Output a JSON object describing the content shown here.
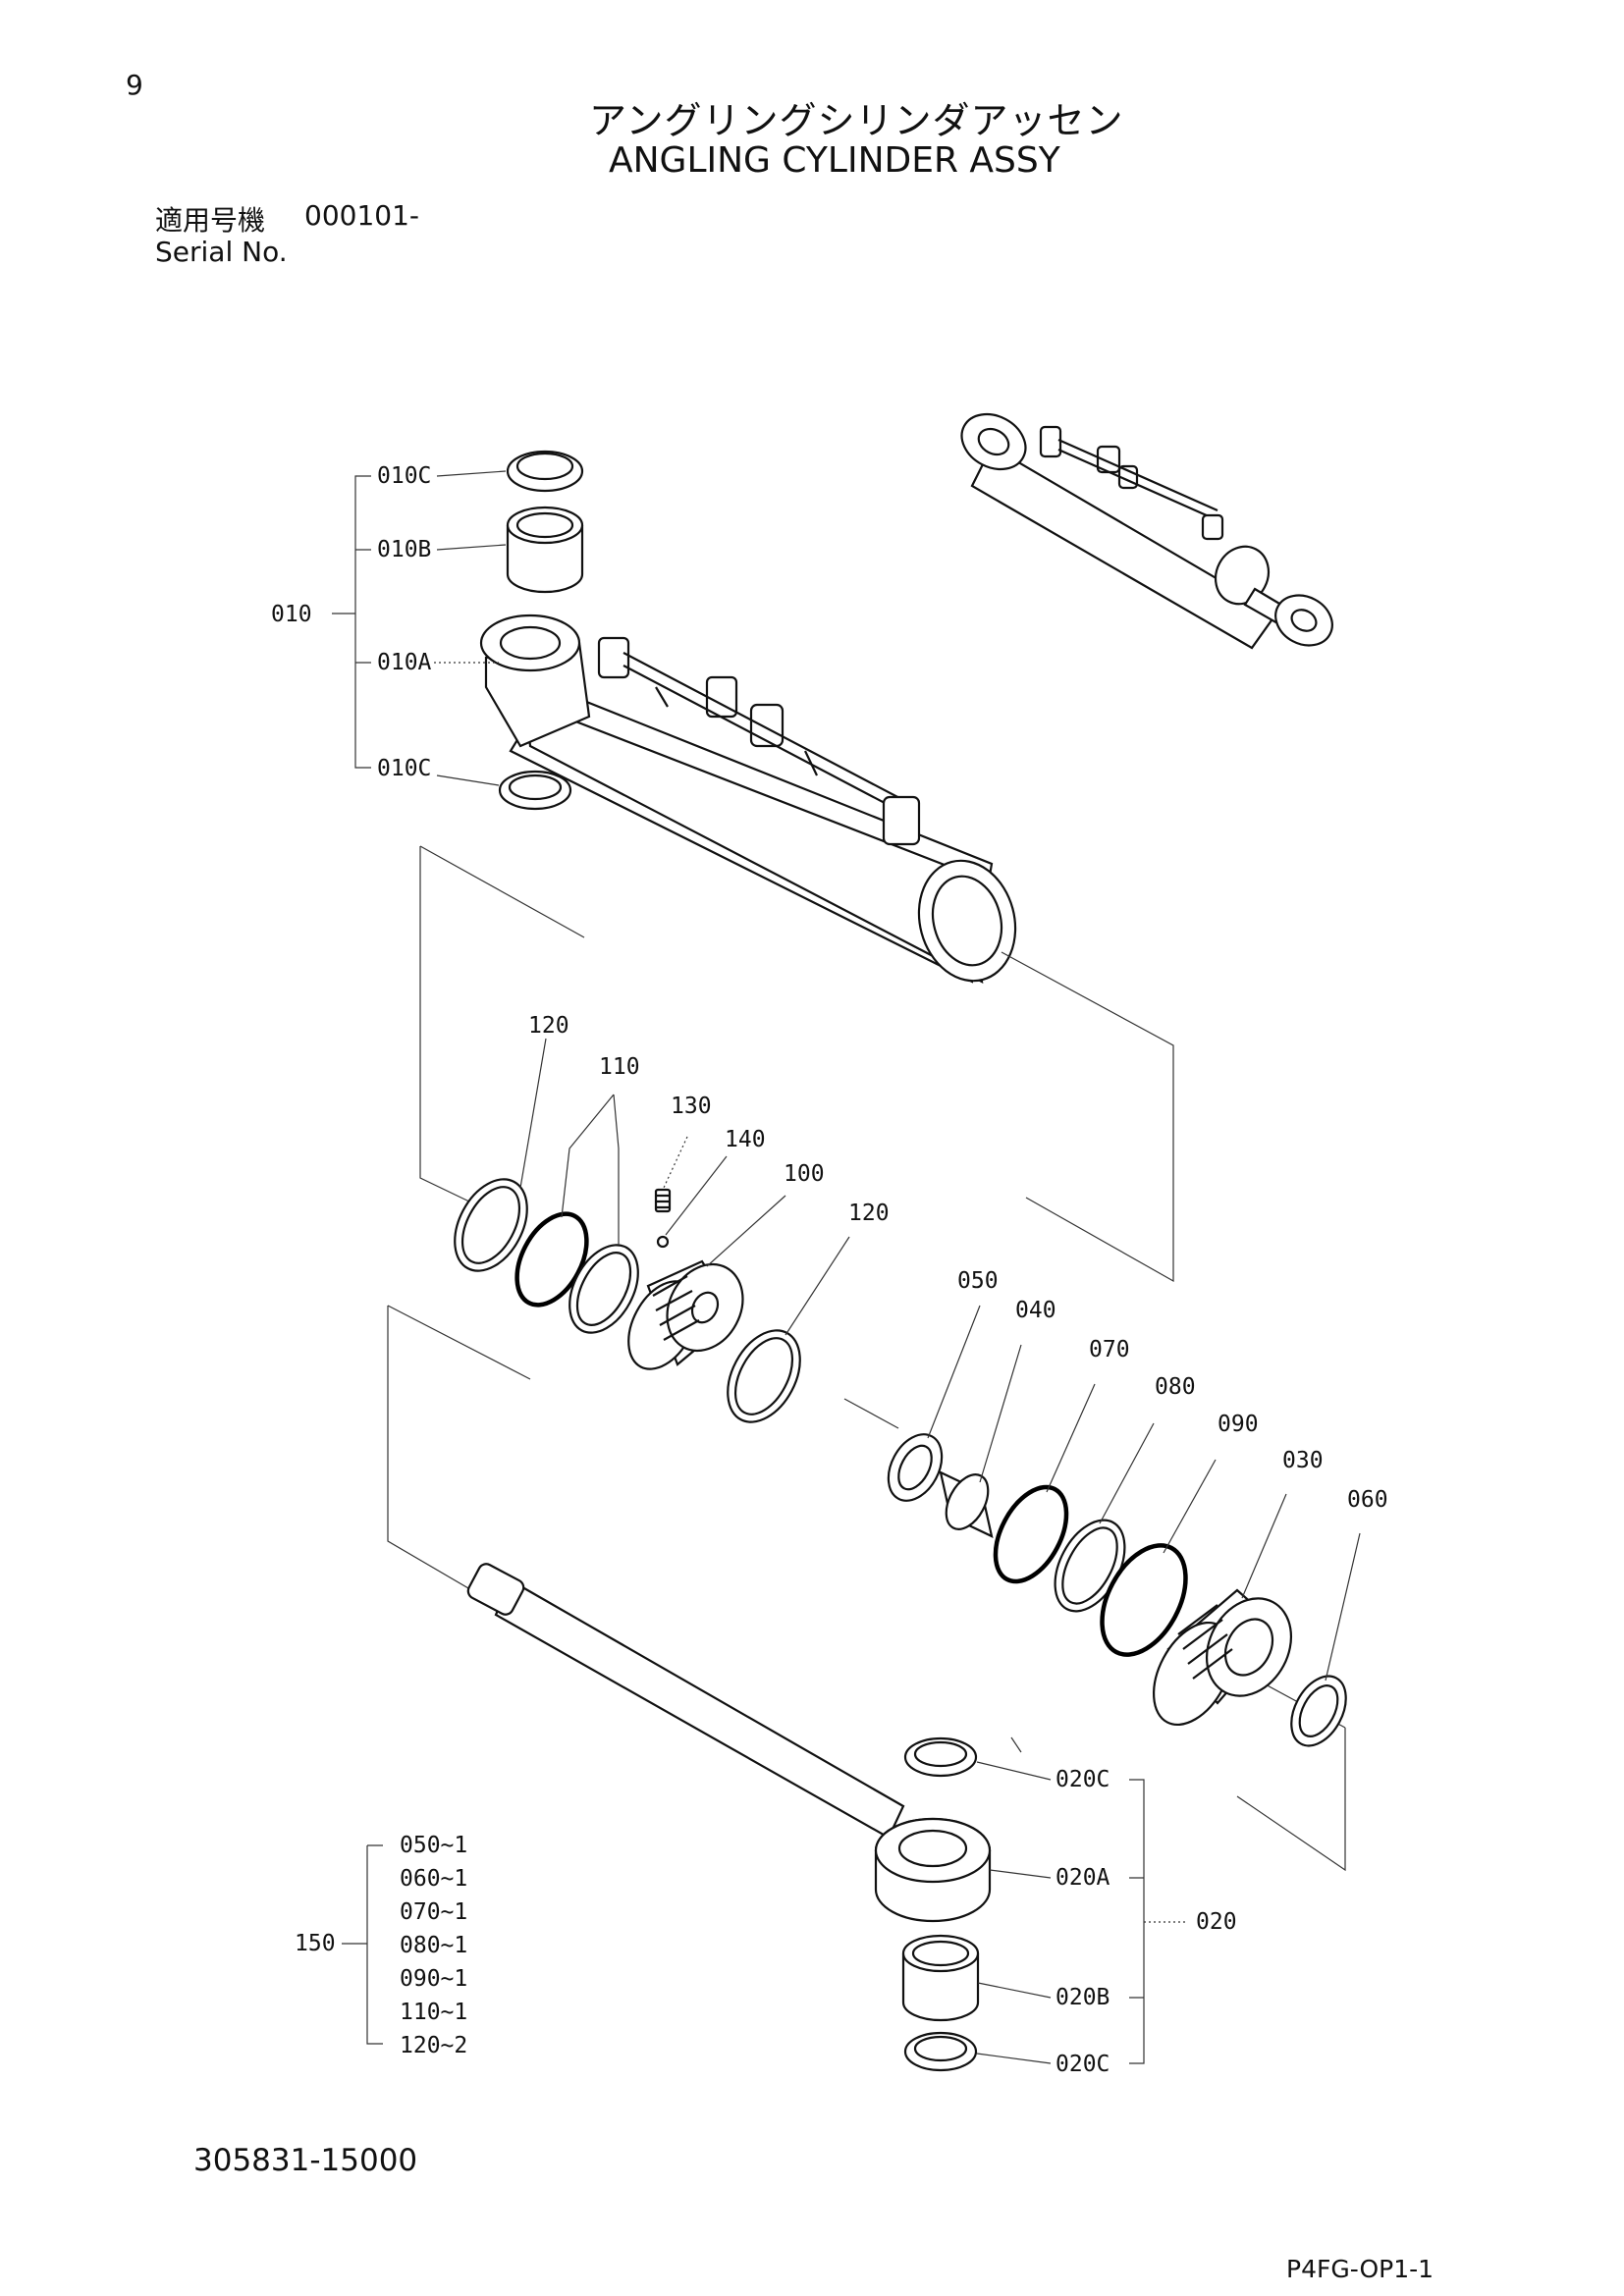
{
  "page_number": "9",
  "title_jp": "アングリングシリンダアッセン",
  "title_en": "ANGLING CYLINDER ASSY",
  "serial": {
    "label_jp": "適用号機",
    "value": "000101-",
    "label_en": "Serial No."
  },
  "part_number": "305831-15000",
  "doc_code": "P4FG-OP1-1",
  "callouts": {
    "c010": "010",
    "c010C_top": "010C",
    "c010B": "010B",
    "c010A": "010A",
    "c010C_bottom": "010C",
    "c120_left": "120",
    "c110": "110",
    "c130": "130",
    "c140": "140",
    "c100": "100",
    "c120_right": "120",
    "c050": "050",
    "c040": "040",
    "c070": "070",
    "c080": "080",
    "c090": "090",
    "c030": "030",
    "c060": "060",
    "c020C_top": "020C",
    "c020A": "020A",
    "c020": "020",
    "c020B": "020B",
    "c020C_bottom": "020C",
    "c150": "150"
  },
  "kit_150": [
    "050~1",
    "060~1",
    "070~1",
    "080~1",
    "090~1",
    "110~1",
    "120~2"
  ]
}
